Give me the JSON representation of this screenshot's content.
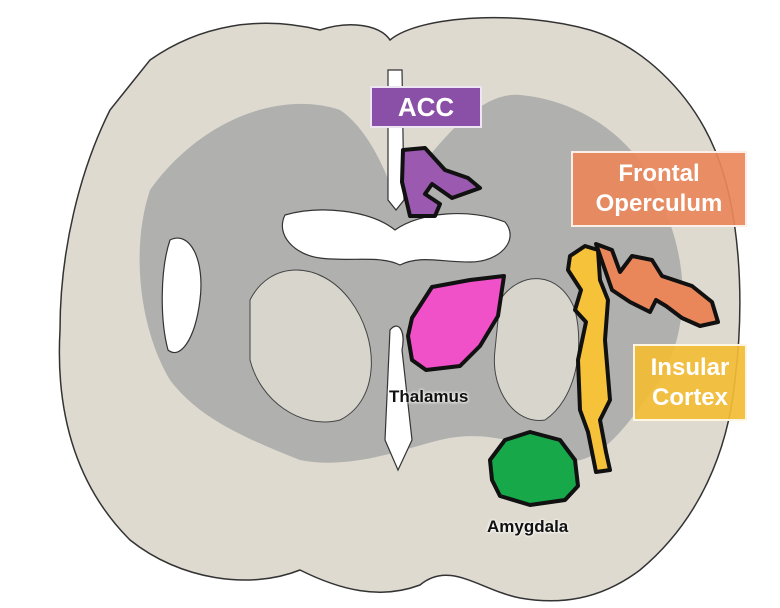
{
  "title": "Coronal brain section with labeled regions",
  "regions": [
    {
      "id": "acc",
      "label": "ACC",
      "color": "#9b59b0",
      "box_color": "#8a4fa6"
    },
    {
      "id": "frontal-operculum",
      "label": "Frontal Operculum",
      "line1": "Frontal",
      "line2": "Operculum",
      "color": "#e9875a",
      "box_color": "#e9875a"
    },
    {
      "id": "insular-cortex",
      "label": "Insular Cortex",
      "line1": "Insular",
      "line2": "Cortex",
      "color": "#f5c23a",
      "box_color": "#f2bd35"
    },
    {
      "id": "thalamus",
      "label": "Thalamus",
      "color": "#f050c8"
    },
    {
      "id": "amygdala",
      "label": "Amygdala",
      "color": "#17a84a"
    }
  ],
  "colors": {
    "gray_matter": "#dedad0",
    "white_matter": "#a8a8a8",
    "outline": "#222222"
  }
}
